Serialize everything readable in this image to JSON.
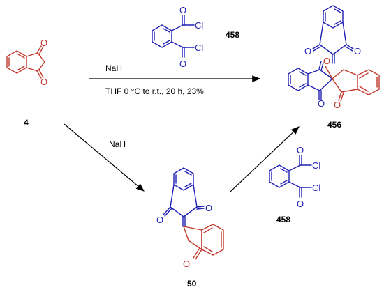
{
  "compounds": {
    "indandione": "4",
    "phthaloyl_chloride_top": "458",
    "phthaloyl_chloride_bottom": "458",
    "bindone": "50",
    "product": "456"
  },
  "conditions": {
    "top_above": "NaH",
    "top_below": "THF 0 °C to r.t., 20 h, 23%",
    "diagonal": "NaH"
  },
  "atoms": {
    "O": "O",
    "C": "C",
    "Cl": "Cl"
  },
  "colors": {
    "red": "#c0392b",
    "blue": "#1f1fb4",
    "arrow": "#000000"
  }
}
